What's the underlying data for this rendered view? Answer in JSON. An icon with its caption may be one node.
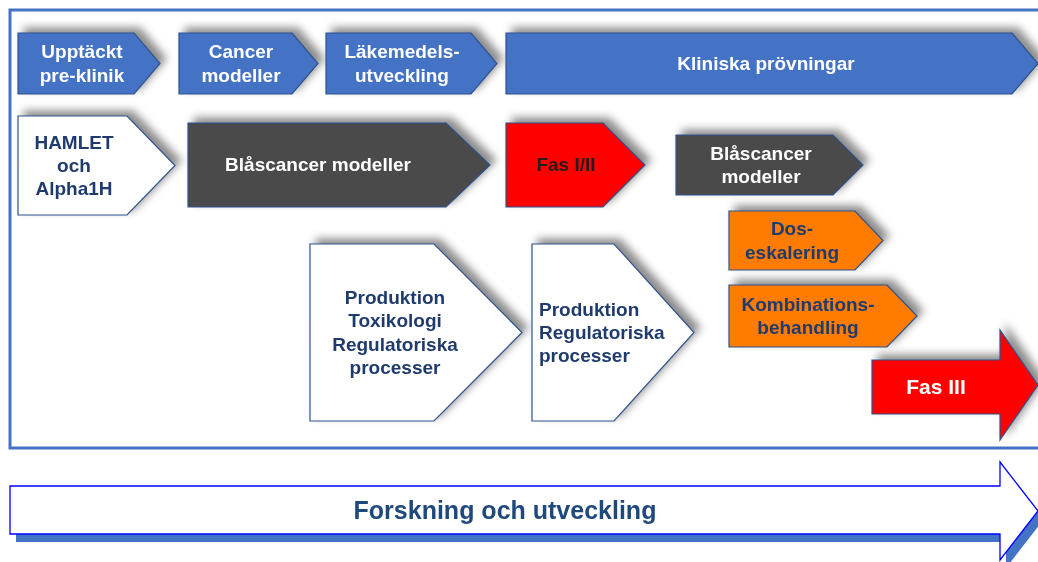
{
  "diagram": {
    "nodes": [
      {
        "text": [
          "Upptäckt pre-klinik"
        ]
      },
      {
        "text": [
          "Cancer modeller"
        ]
      },
      {
        "text": [
          "Läkemedels-utveckling"
        ]
      },
      {
        "text": [
          "Kliniska prövningar"
        ]
      },
      {
        "text": [
          "HAMLET och Alpha1H"
        ]
      },
      {
        "text": [
          "Blåscancer modeller"
        ]
      },
      {
        "text": [
          "Fas I/II"
        ]
      },
      {
        "text": [
          "Blåscancer modeller"
        ]
      },
      {
        "text": [
          "Produktion Toxikologi Regulatoriska processer"
        ]
      },
      {
        "text": [
          "Produktion Regulatoriska processer"
        ]
      },
      {
        "text": [
          "Dos-eskalering"
        ]
      },
      {
        "text": [
          "Kombinations-behandling"
        ]
      },
      {
        "text": [
          "Fas III"
        ]
      },
      {
        "text": [
          "Forskning och utveckling"
        ]
      }
    ]
  }
}
